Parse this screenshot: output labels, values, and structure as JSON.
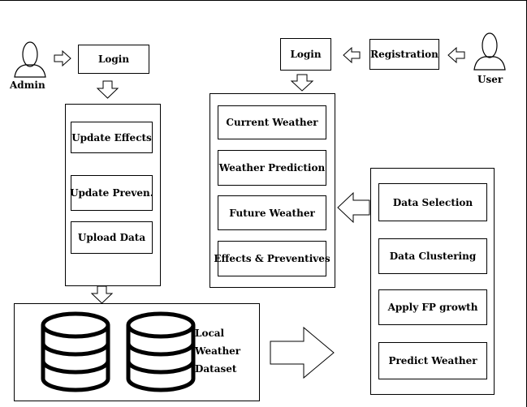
{
  "actors": {
    "admin": "Admin",
    "user": "User"
  },
  "nodes": {
    "admin_login": "Login",
    "user_login": "Login",
    "registration": "Registration",
    "update_effects": "Update Effects",
    "update_preven": "Update Preven.",
    "upload_data": "Upload Data",
    "current_weather": "Current Weather",
    "weather_prediction": "Weather Prediction",
    "future_weather": "Future Weather",
    "effects_preventives": "Effects & Preventives",
    "data_selection": "Data Selection",
    "data_clustering": "Data Clustering",
    "apply_fp_growth": "Apply FP growth",
    "predict_weather": "Predict Weather"
  },
  "dataset_label": [
    "Local",
    "Weather",
    "Dataset"
  ]
}
